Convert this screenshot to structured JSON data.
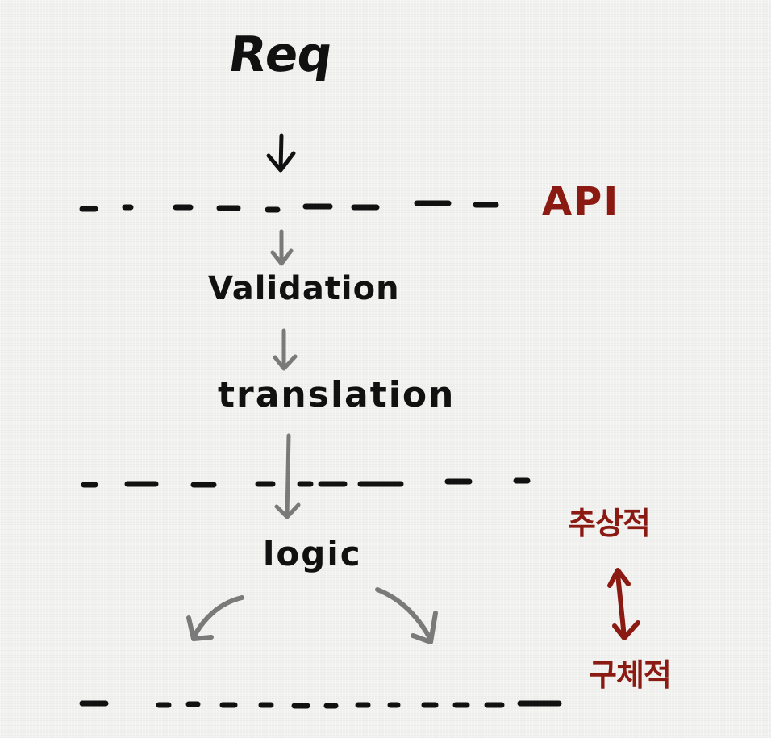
{
  "diagram": {
    "request_label": "Req",
    "boundary_label": "API",
    "steps": [
      "Validation",
      "translation",
      "logic"
    ],
    "scale": {
      "top_label": "추상적",
      "bottom_label": "구체적"
    }
  },
  "colors": {
    "ink_black": "#111111",
    "ink_gray": "#7a7a7a",
    "ink_red": "#8b1a12",
    "paper": "#f1f1ef"
  }
}
